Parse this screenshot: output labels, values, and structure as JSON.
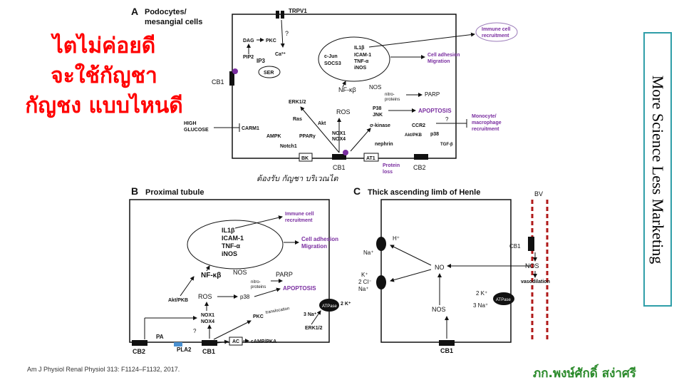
{
  "thai_title": [
    "ไตไม่ค่อยดี",
    "จะใช้กัญชา",
    "กัญชง แบบไหนดี"
  ],
  "side_banner": "More Science Less Marketing",
  "citation": "Am J Physiol Renal Physiol 313: F1124–F1132, 2017.",
  "author": "ภก.พงษ์ศักดิ์ สง่าศรี",
  "handwritten_note": "ต้องรับ กัญชา บริเวณไต",
  "panel_a": {
    "letter": "A",
    "title_1": "Podocytes/",
    "title_2": "mesangial cells",
    "trpv1": "TRPV1",
    "q1": "?",
    "dag": "DAG",
    "pkc": "PKC",
    "pip2": "PIP2",
    "ip3": "IP3",
    "ca": "Ca²⁺",
    "ser": "SER",
    "cb1_left": "CB1",
    "cjun": "c-Jun",
    "socs3": "SOCS3",
    "il1b": "IL1β",
    "icam": "ICAM-1",
    "tnf": "TNF-α",
    "inos": "iNOS",
    "immune": [
      "Immune cell",
      "recruitment"
    ],
    "adhesion": [
      "Cell adhesion",
      "Migration"
    ],
    "nfkb": "NF-κβ",
    "nos": "NOS",
    "nitro": [
      "nitro-",
      "proteins"
    ],
    "parp": "PARP",
    "erk": "ERK1/2",
    "ras": "Ras",
    "akt": "Akt",
    "ros": "ROS",
    "p38jnk": [
      "P38",
      "JNK"
    ],
    "apoptosis": "APOPTOSIS",
    "high_glucose": [
      "HIGH",
      "GLUCOSE"
    ],
    "carm1": "CARM1",
    "ampk": "AMPK",
    "ppar": "PPARγ",
    "notch": "Notch1",
    "nox": [
      "NOX1",
      "NOX4"
    ],
    "okinase": "σ-kinase",
    "ccr2": "CCR2",
    "q2": "?",
    "aktpkb": "Akt/PKB",
    "p38": "p38",
    "monocyte": [
      "Monocyte/",
      "macrophage",
      "recruitment"
    ],
    "nephrin": "nephrin",
    "bk": "BK",
    "at1": "AT1",
    "tgf": "TGF-β",
    "cb1_bottom": "CB1",
    "cb2_bottom": "CB2",
    "protein_loss": [
      "Protein",
      "loss"
    ]
  },
  "panel_b": {
    "letter": "B",
    "title": "Proximal tubule",
    "immune": [
      "Immune cell",
      "recruitment"
    ],
    "adhesion": [
      "Cell adhesion",
      "Migration"
    ],
    "il1b": "IL1β",
    "icam": "ICAM-1",
    "tnf": "TNF-α",
    "inos": "iNOS",
    "nfkb": "NF-κβ",
    "nos": "NOS",
    "nitro": [
      "nitro-",
      "proteins"
    ],
    "parp": "PARP",
    "aktpkb": "Akt/PKB",
    "ros": "ROS",
    "p38": "p38",
    "apoptosis": "APOPTOSIS",
    "nox": [
      "NOX1",
      "NOX4"
    ],
    "pkc": "PKC",
    "translocation": "translocation",
    "na3": "3 Na⁺",
    "k2": "2 K⁺",
    "atpase": "ATPase",
    "pa": "PA",
    "q": "?",
    "pla2": "PLA2",
    "ac": "AC",
    "camp": "cAMP/PKA",
    "erk": "ERK1/2",
    "cb2": "CB2",
    "cb1": "CB1"
  },
  "panel_c": {
    "letter": "C",
    "title": "Thick ascending limb of Henle",
    "bv": "BV",
    "h": "H⁺",
    "na1": "Na⁺",
    "k": "K⁺",
    "cl": "2 Cl⁻",
    "na2": "Na⁺",
    "no": "NO",
    "nos_cell": "NOS",
    "cb1_bottom": "CB1",
    "cb1_bv": "CB1",
    "nos_bv": "NOS",
    "vasodilation": "vasodilation",
    "k2": "2 K⁺",
    "na3": "3 Na⁺",
    "atpase": "ATPase"
  }
}
